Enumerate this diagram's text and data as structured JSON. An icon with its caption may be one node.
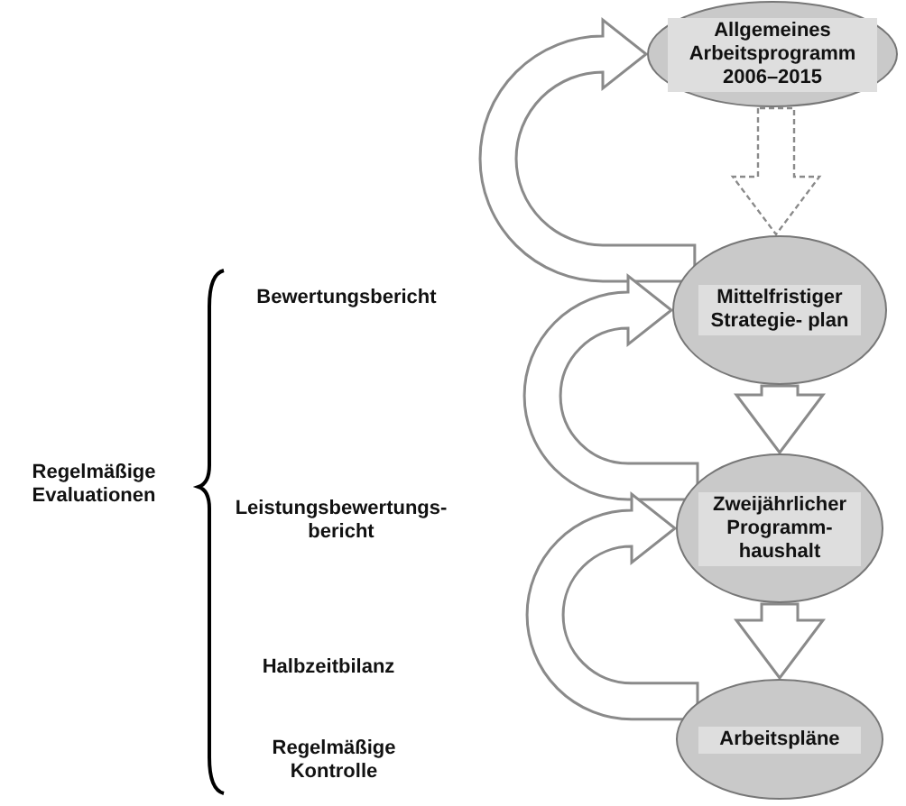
{
  "diagram": {
    "nodes": [
      {
        "text": [
          "Allgemeines Arbeitsprogramm 2006–2015"
        ]
      },
      {
        "text": [
          "Mittelfristiger Strategie- plan"
        ]
      },
      {
        "text": [
          "Zweijährlicher Programm- haushalt"
        ]
      },
      {
        "text": [
          "Arbeitspläne"
        ]
      }
    ],
    "edges": [
      {
        "from": 0,
        "to": 1,
        "arrow": "to",
        "style": "dashed"
      },
      {
        "from": 1,
        "to": 2,
        "arrow": "to"
      },
      {
        "from": 2,
        "to": 3,
        "arrow": "to"
      },
      {
        "from": 1,
        "to": 0,
        "arrow": "to"
      },
      {
        "from": 2,
        "to": 1,
        "arrow": "to"
      },
      {
        "from": 3,
        "to": 2,
        "arrow": "to"
      }
    ],
    "labels": [
      "Regelmäßige Evaluationen",
      "Bewertungsbericht",
      "Leistungsbewertungs- bericht",
      "Halbzeitbilanz",
      "Regelmäßige Kontrolle"
    ]
  }
}
